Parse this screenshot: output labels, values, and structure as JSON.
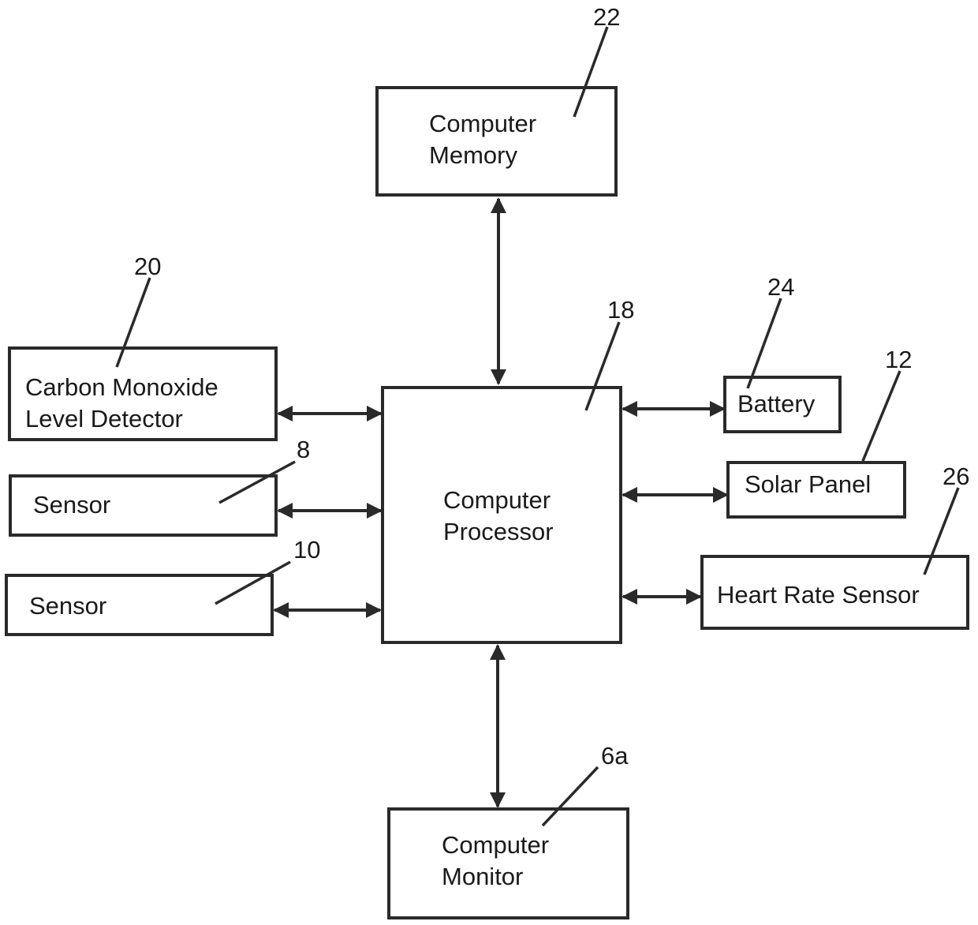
{
  "figure": {
    "blocks": {
      "memory": {
        "lines": [
          "Computer",
          "Memory"
        ],
        "ref": "22"
      },
      "co_detector": {
        "lines": [
          "Carbon Monoxide",
          "Level Detector"
        ],
        "ref": "20"
      },
      "sensor_8": {
        "lines": [
          "Sensor"
        ],
        "ref": "8"
      },
      "sensor_10": {
        "lines": [
          "Sensor"
        ],
        "ref": "10"
      },
      "processor": {
        "lines": [
          "Computer",
          "Processor"
        ],
        "ref": "18"
      },
      "battery": {
        "lines": [
          "Battery"
        ],
        "ref": "24"
      },
      "solar_panel": {
        "lines": [
          "Solar Panel"
        ],
        "ref": "12"
      },
      "heart_rate_sensor": {
        "lines": [
          "Heart Rate Sensor"
        ],
        "ref": "26"
      },
      "monitor": {
        "lines": [
          "Computer",
          "Monitor"
        ],
        "ref": "6a"
      }
    },
    "connections": [
      {
        "from": "memory",
        "to": "processor",
        "type": "bidirectional"
      },
      {
        "from": "co_detector",
        "to": "processor",
        "type": "bidirectional"
      },
      {
        "from": "sensor_8",
        "to": "processor",
        "type": "bidirectional"
      },
      {
        "from": "sensor_10",
        "to": "processor",
        "type": "bidirectional"
      },
      {
        "from": "processor",
        "to": "battery",
        "type": "bidirectional"
      },
      {
        "from": "processor",
        "to": "solar_panel",
        "type": "bidirectional"
      },
      {
        "from": "processor",
        "to": "heart_rate_sensor",
        "type": "bidirectional"
      },
      {
        "from": "processor",
        "to": "monitor",
        "type": "bidirectional"
      }
    ]
  }
}
